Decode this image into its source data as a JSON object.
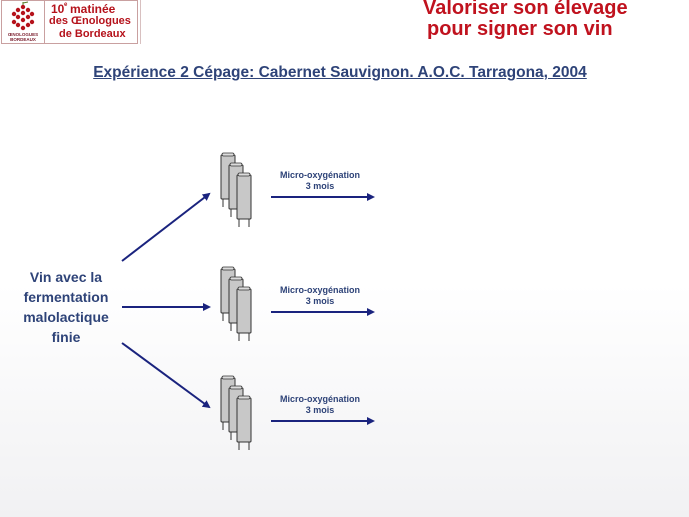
{
  "header": {
    "logo_caption": "ŒNOLOGUES\nBORDEAUX",
    "matinee_number": "10",
    "matinee_suffix": "e",
    "matinee_word": "matinée",
    "matinee_line2": "des Œnologues",
    "matinee_line3": "de Bordeaux",
    "title_line1": "Valoriser son élevage",
    "title_line2": "pour signer son vin"
  },
  "slide": {
    "title": "Expérience 2 Cépage: Cabernet Sauvignon. A.O.C. Tarragona, 2004",
    "source_label": "Vin avec la fermentation malolactique finie",
    "branches": [
      {
        "label_line1": "Micro-oxygénation",
        "label_line2": "3 mois"
      },
      {
        "label_line1": "Micro-oxygénation",
        "label_line2": "3 mois"
      },
      {
        "label_line1": "Micro-oxygénation",
        "label_line2": "3 mois"
      }
    ]
  },
  "colors": {
    "title_red": "#c0121e",
    "navy": "#2e4378",
    "arrow": "#1a237e",
    "tank_fill": "#c8c8c8"
  }
}
